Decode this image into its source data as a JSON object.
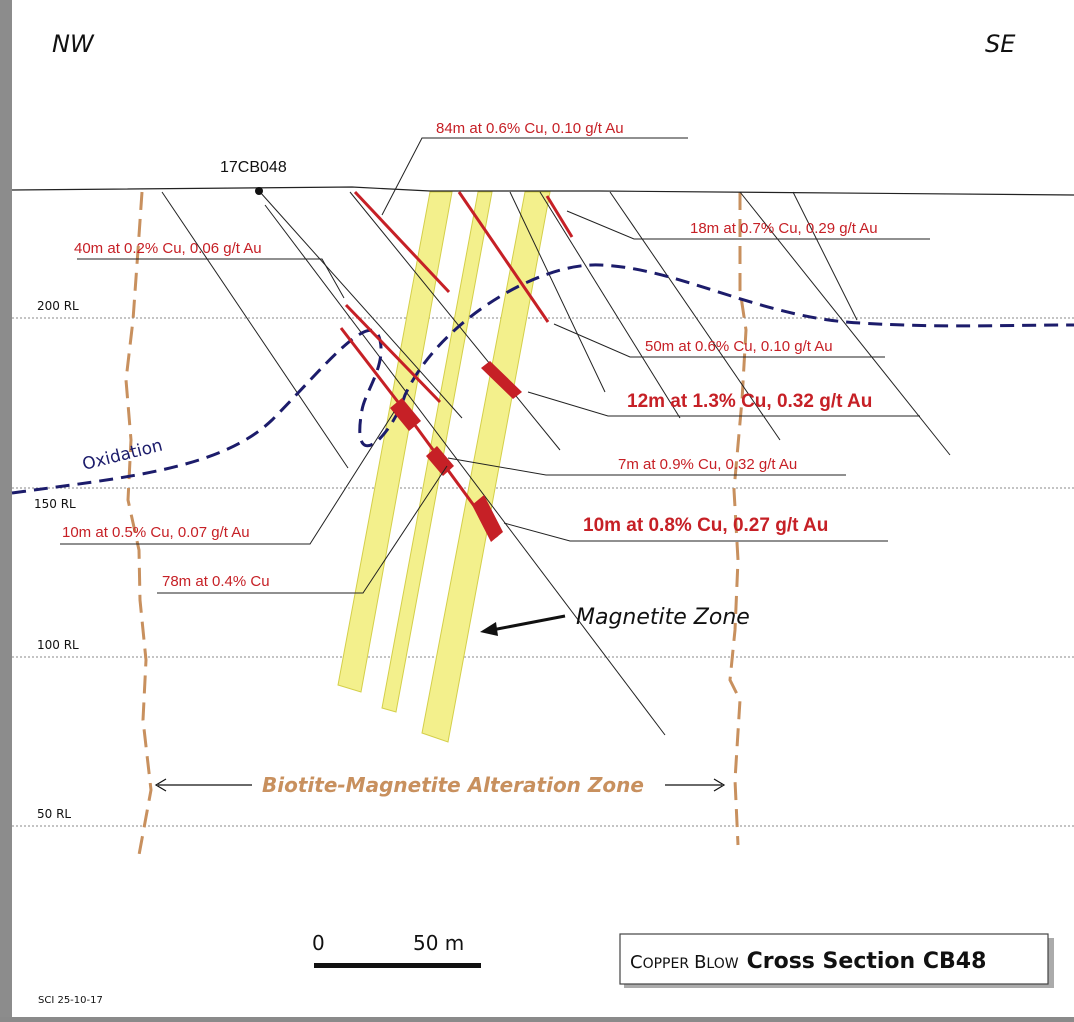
{
  "directions": {
    "left": "NW",
    "right": "SE"
  },
  "rl_labels": [
    "200 RL",
    "150 RL",
    "100 RL",
    "50 RL"
  ],
  "drillhole": "17CB048",
  "intercepts": [
    "84m at 0.6% Cu, 0.10 g/t Au",
    "18m at 0.7% Cu, 0.29 g/t Au",
    "40m at 0.2% Cu, 0.06 g/t Au",
    "50m at 0.6% Cu, 0.10 g/t Au",
    "12m at 1.3% Cu, 0.32 g/t Au",
    "7m at 0.9% Cu, 0.32 g/t Au",
    "10m at 0.5% Cu, 0.07 g/t Au",
    "10m at 0.8% Cu, 0.27 g/t Au",
    "78m at 0.4% Cu"
  ],
  "labels": {
    "oxidation": "Oxidation",
    "magnetite_zone": "Magnetite Zone",
    "alteration_zone": "Biotite-Magnetite Alteration Zone"
  },
  "scale_bar": {
    "zero": "0",
    "length": "50 m"
  },
  "title": {
    "prefix_cap1": "C",
    "prefix_rest1": "OPPER",
    "prefix_cap2": "B",
    "prefix_rest2": "LOW",
    "main": "Cross Section CB48"
  },
  "reference": "SCI 25-10-17",
  "colors": {
    "intercept": "#c62026",
    "magnetite_zone_fill": "#f3f08c",
    "oxidation_line": "#1c1c6b",
    "alteration_boundary": "#c8905e"
  }
}
